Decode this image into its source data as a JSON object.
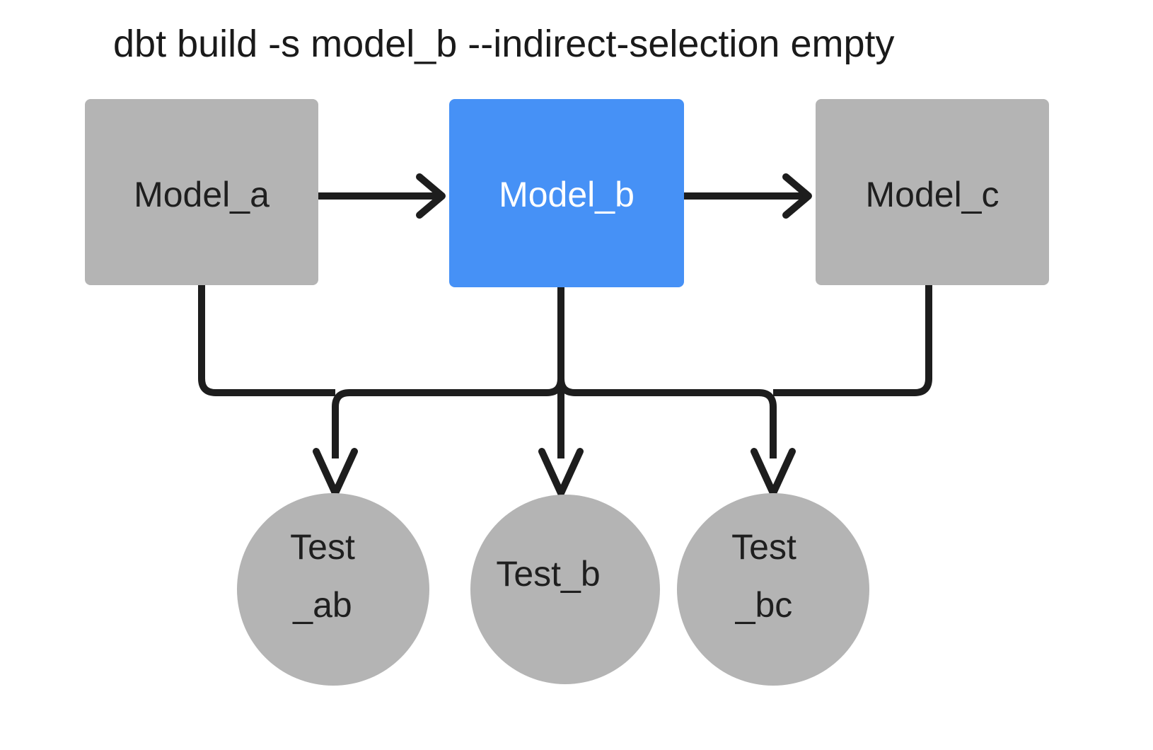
{
  "title": "dbt build -s model_b --indirect-selection empty",
  "colors": {
    "background": "#ffffff",
    "node_gray": "#b4b4b4",
    "node_selected_blue": "#4691f6",
    "edge": "#1d1d1d",
    "text_dark": "#1f1f1f",
    "text_light": "#ffffff"
  },
  "models": [
    {
      "id": "model_a",
      "label": "Model_a",
      "state": "unselected",
      "fill": "#b4b4b4",
      "text_color": "#1f1f1f"
    },
    {
      "id": "model_b",
      "label": "Model_b",
      "state": "selected",
      "fill": "#4691f6",
      "text_color": "#ffffff"
    },
    {
      "id": "model_c",
      "label": "Model_c",
      "state": "unselected",
      "fill": "#b4b4b4",
      "text_color": "#1f1f1f"
    }
  ],
  "tests": [
    {
      "id": "test_ab",
      "label": "Test_ab",
      "line1": "Test",
      "line2": "_ab",
      "state": "unselected",
      "fill": "#b4b4b4"
    },
    {
      "id": "test_b",
      "label": "Test_b",
      "line1": "Test_b",
      "line2": "",
      "state": "unselected",
      "fill": "#b4b4b4"
    },
    {
      "id": "test_bc",
      "label": "Test_bc",
      "line1": "Test",
      "line2": "_bc",
      "state": "unselected",
      "fill": "#b4b4b4"
    }
  ],
  "edges": [
    {
      "from": "model_a",
      "to": "model_b",
      "kind": "model-to-model"
    },
    {
      "from": "model_b",
      "to": "model_c",
      "kind": "model-to-model"
    },
    {
      "from": "model_a",
      "to": "test_ab",
      "kind": "model-to-test"
    },
    {
      "from": "model_b",
      "to": "test_ab",
      "kind": "model-to-test"
    },
    {
      "from": "model_b",
      "to": "test_b",
      "kind": "model-to-test"
    },
    {
      "from": "model_b",
      "to": "test_bc",
      "kind": "model-to-test"
    },
    {
      "from": "model_c",
      "to": "test_bc",
      "kind": "model-to-test"
    }
  ]
}
